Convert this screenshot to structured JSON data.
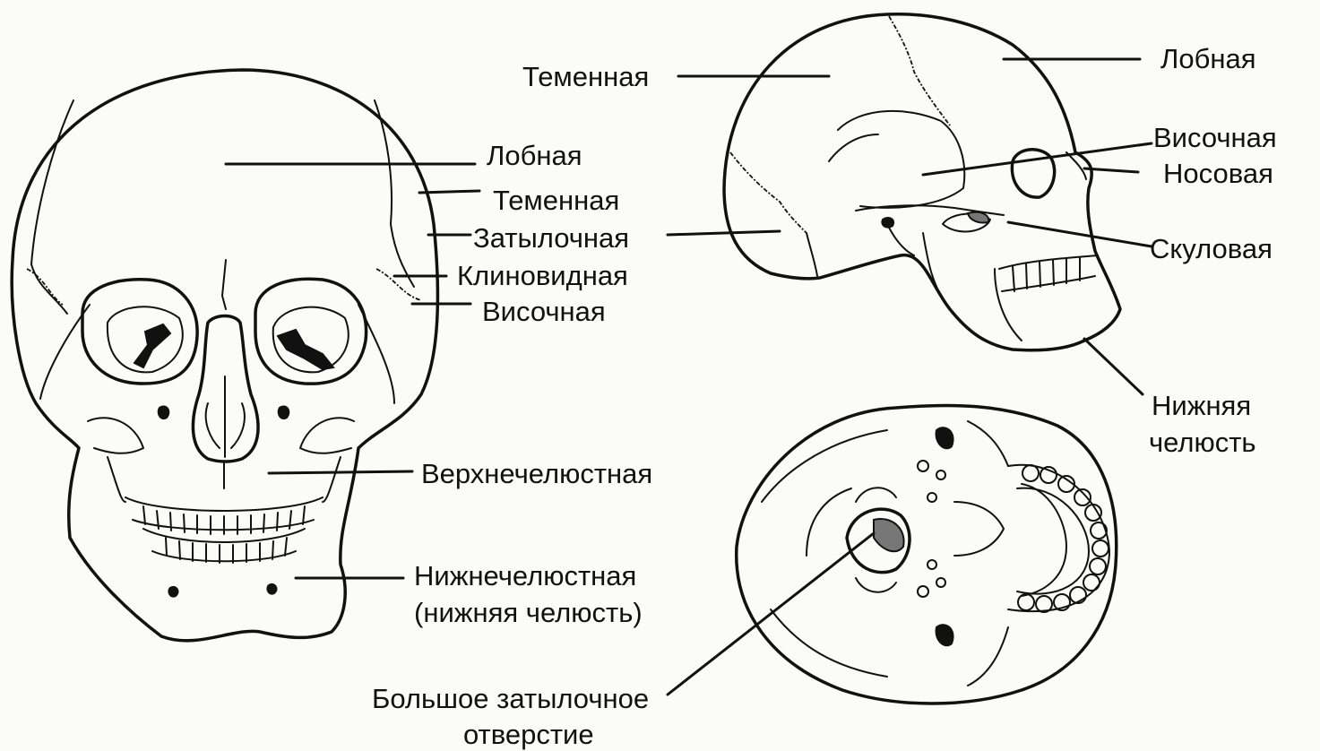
{
  "front_view": {
    "labels": {
      "frontal": "Лобная",
      "parietal": "Теменная",
      "occipital": "Затылочная",
      "sphenoid": "Клиновидная",
      "temporal": "Височная",
      "maxilla": "Верхнечелюстная",
      "mandible_line1": "Нижнечелюстная",
      "mandible_line2": "(нижняя челюсть)"
    }
  },
  "side_view": {
    "labels": {
      "parietal": "Теменная",
      "frontal": "Лобная",
      "temporal": "Височная",
      "nasal": "Носовая",
      "zygomatic": "Скуловая",
      "mandible_line1": "Нижняя",
      "mandible_line2": "челюсть"
    }
  },
  "base_view": {
    "labels": {
      "foramen_line1": "Большое затылочное",
      "foramen_line2": "отверстие"
    }
  }
}
